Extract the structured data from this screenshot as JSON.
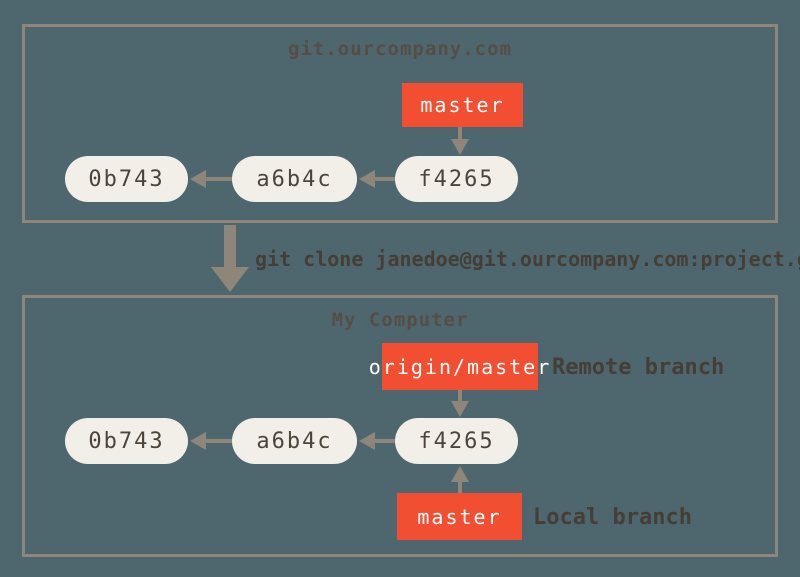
{
  "colors": {
    "background": "#4e676f",
    "box_border": "#8e8679",
    "node_fill": "#f2efe8",
    "node_text": "#4c453b",
    "branch_fill": "#f14e32",
    "branch_text": "#ffffff",
    "arrow": "#8e8679",
    "label_text": "#453e35",
    "title_text": "#554e44"
  },
  "remote": {
    "title": "git.ourcompany.com",
    "branch": "master",
    "commits": [
      "0b743",
      "a6b4c",
      "f4265"
    ]
  },
  "clone_command": "git clone janedoe@git.ourcompany.com:project.git",
  "local": {
    "title": "My Computer",
    "remote_branch": "origin/master",
    "remote_branch_label": "Remote branch",
    "local_branch": "master",
    "local_branch_label": "Local branch",
    "commits": [
      "0b743",
      "a6b4c",
      "f4265"
    ]
  }
}
